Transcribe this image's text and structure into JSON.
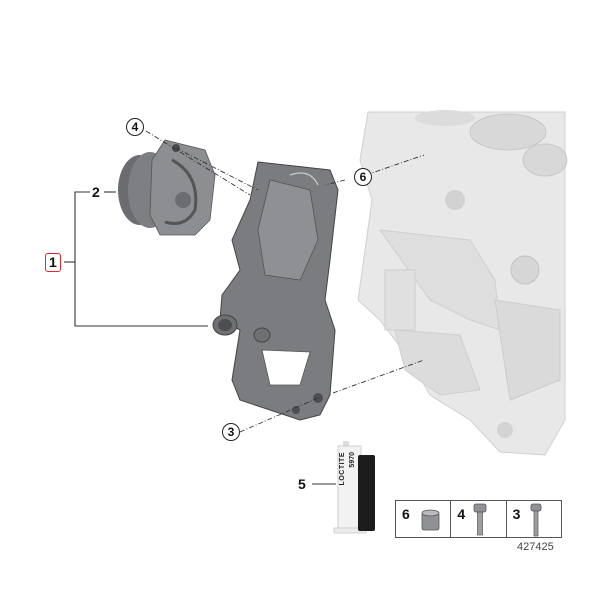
{
  "diagram": {
    "type": "parts-exploded-view",
    "subject": "Water pump assembly with mounting bracket on engine block",
    "callouts": [
      {
        "id": "1",
        "label": "1",
        "style": "boxed-red",
        "description": "Assembly (water pump + housing)"
      },
      {
        "id": "2",
        "label": "2",
        "style": "plain",
        "description": "Water pump"
      },
      {
        "id": "3",
        "label": "3",
        "style": "circle",
        "description": "Bolt (bracket lower)"
      },
      {
        "id": "4",
        "label": "4",
        "style": "circle",
        "description": "Bolt (water pump)"
      },
      {
        "id": "5",
        "label": "5",
        "style": "plain",
        "description": "Sealant cartridge"
      },
      {
        "id": "6",
        "label": "6",
        "style": "circle",
        "description": "Dowel sleeve"
      }
    ],
    "cartridge": {
      "brand": "LOCTITE",
      "product": "5970"
    },
    "legend": [
      {
        "num": "6",
        "icon": "sleeve-icon"
      },
      {
        "num": "4",
        "icon": "bolt-icon"
      },
      {
        "num": "3",
        "icon": "bolt-icon"
      }
    ],
    "reference_number": "427425"
  },
  "colors": {
    "highlight_box": "#e0262b",
    "part_dark": "#5e6063",
    "part_mid": "#8a8c8f",
    "engine_block": "#e6e6e6"
  }
}
